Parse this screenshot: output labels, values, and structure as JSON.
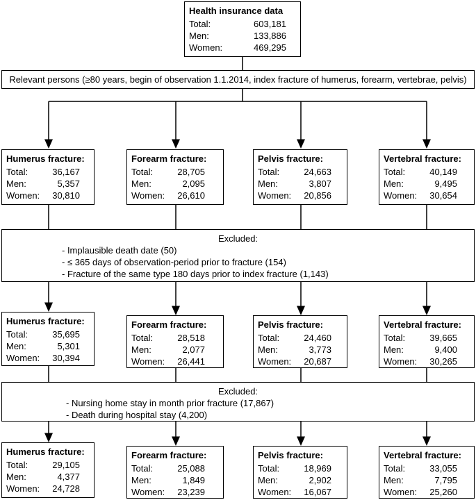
{
  "top": {
    "title": "Health insurance data",
    "rows": [
      {
        "label": "Total:",
        "value": "603,181"
      },
      {
        "label": "Men:",
        "value": "133,886"
      },
      {
        "label": "Women:",
        "value": "469,295"
      }
    ]
  },
  "relevant": "Relevant persons (≥80 years, begin of observation 1.1.2014, index fracture of humerus, forearm, vertebrae, pelvis)",
  "stage1": [
    {
      "title": "Humerus fracture:",
      "total": "36,167",
      "men": "5,357",
      "women": "30,810"
    },
    {
      "title": "Forearm fracture:",
      "total": "28,705",
      "men": "2,095",
      "women": "26,610"
    },
    {
      "title": "Pelvis fracture:",
      "total": "24,663",
      "men": "3,807",
      "women": "20,856"
    },
    {
      "title": "Vertebral fracture:",
      "total": "40,149",
      "men": "9,495",
      "women": "30,654"
    }
  ],
  "excluded1": {
    "heading": "Excluded:",
    "items": [
      "- Implausible death date (50)",
      "- ≤ 365 days of observation-period prior to fracture (154)",
      "- Fracture of the same type 180 days prior to index fracture (1,143)"
    ]
  },
  "stage2": [
    {
      "title": "Humerus fracture:",
      "total": "35,695",
      "men": "5,301",
      "women": "30,394"
    },
    {
      "title": "Forearm fracture:",
      "total": "28,518",
      "men": "2,077",
      "women": "26,441"
    },
    {
      "title": "Pelvis fracture:",
      "total": "24,460",
      "men": "3,773",
      "women": "20,687"
    },
    {
      "title": "Vertebral fracture:",
      "total": "39,665",
      "men": "9,400",
      "women": "30,265"
    }
  ],
  "excluded2": {
    "heading": "Excluded:",
    "items": [
      "- Nursing home stay in month prior fracture (17,867)",
      "- Death during hospital stay (4,200)"
    ]
  },
  "stage3": [
    {
      "title": "Humerus fracture:",
      "total": "29,105",
      "men": "4,377",
      "women": "24,728"
    },
    {
      "title": "Forearm fracture:",
      "total": "25,088",
      "men": "1,849",
      "women": "23,239"
    },
    {
      "title": "Pelvis fracture:",
      "total": "18,969",
      "men": "2,902",
      "women": "16,067"
    },
    {
      "title": "Vertebral fracture:",
      "total": "33,055",
      "men": "7,795",
      "women": "25,260"
    }
  ],
  "labels": {
    "total": "Total:",
    "men": "Men:",
    "women": "Women:"
  }
}
